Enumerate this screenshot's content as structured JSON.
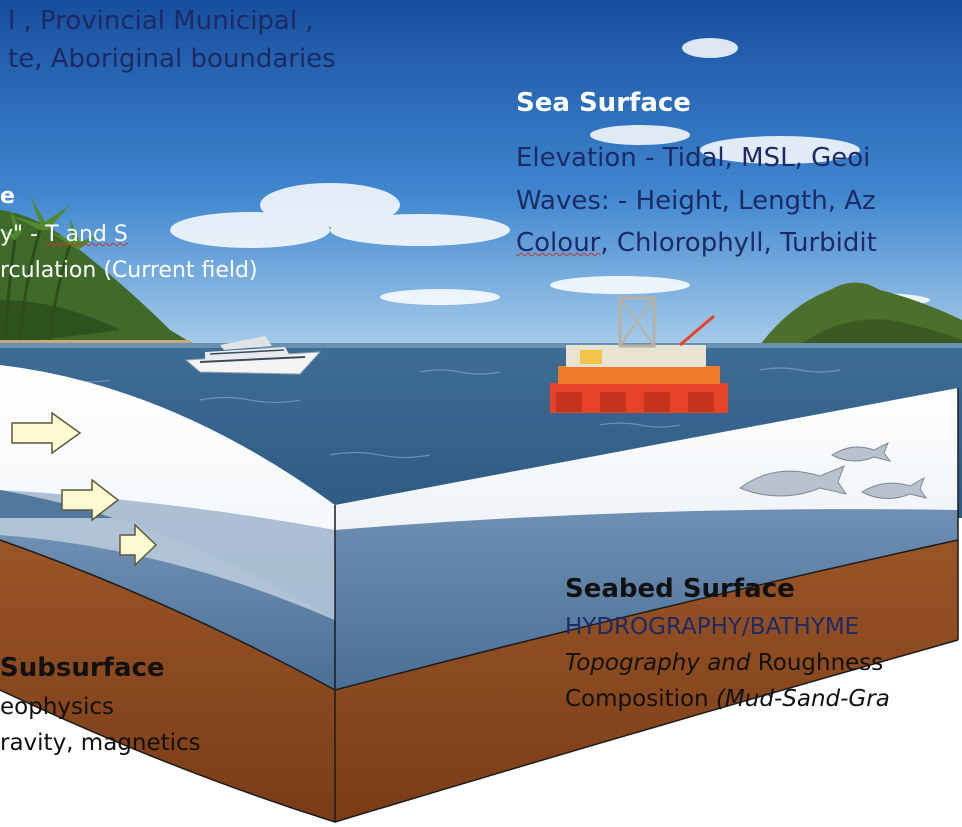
{
  "top_block": {
    "line1": "l , Provincial Municipal ,",
    "line2": "te, Aboriginal boundaries"
  },
  "water_column": {
    "title": "e",
    "line1_a": "y\" - ",
    "line1_b": "T and S",
    "line2": "rculation (Current field)"
  },
  "sea_surface": {
    "title": "Sea Surface",
    "line1": "Elevation - Tidal, MSL, Geoi",
    "line2": "Waves: - Height, Length, Az",
    "line3_a": "Colour",
    "line3_b": ", Chlorophyll, Turbidit"
  },
  "seabed_surface": {
    "title": "Seabed Surface",
    "line1": "HYDROGRAPHY/BATHYME",
    "line2_a": "Topography and",
    "line2_b": " Roughness",
    "line3_a": "Composition ",
    "line3_b": "(Mud-Sand-Gra"
  },
  "subsurface": {
    "title": "Subsurface",
    "line1": "eophysics",
    "line2": "ravity, magnetics"
  },
  "colors": {
    "sky_top": "#1d5fb8",
    "sky_bottom": "#9fc7ea",
    "sea": "#3f6f9c",
    "sediment": "#8b4a22",
    "title_white": "#ffffff",
    "text_navy": "#1e2a66",
    "text_dark": "#111111"
  }
}
